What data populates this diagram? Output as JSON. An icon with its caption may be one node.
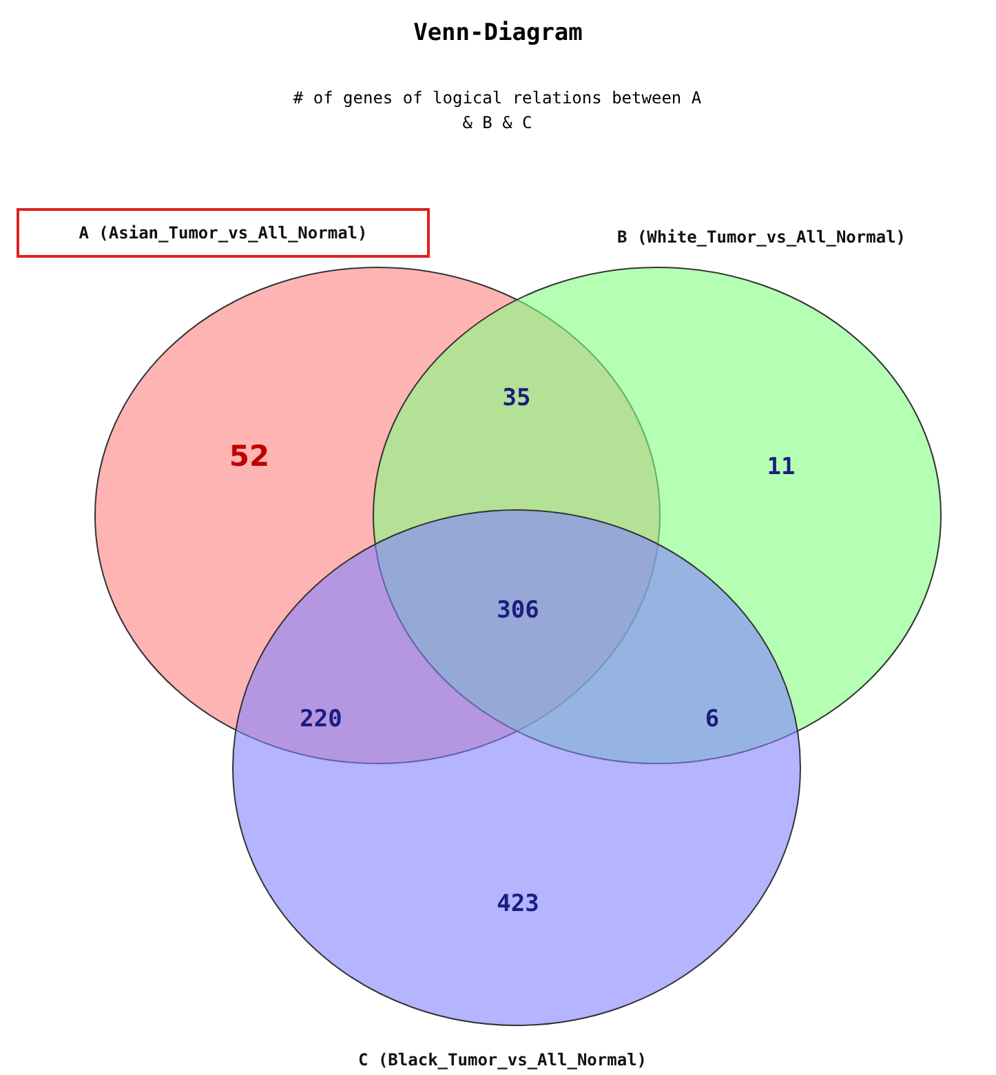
{
  "diagram": {
    "title": "Venn-Diagram",
    "caption": "# of genes of logical relations between A & B & C",
    "nodes": [
      {
        "text": [
          "A (Asian_Tumor_vs_All_Normal)"
        ]
      },
      {
        "text": [],
        "shape": "circle"
      },
      {
        "text": [],
        "shape": "circle"
      },
      {
        "text": [],
        "shape": "circle"
      }
    ],
    "labels": [
      "B (White_Tumor_vs_All_Normal)",
      "35",
      "52",
      "11",
      "306",
      "220",
      "6",
      "423",
      "C (Black_Tumor_vs_All_Normal)"
    ]
  }
}
